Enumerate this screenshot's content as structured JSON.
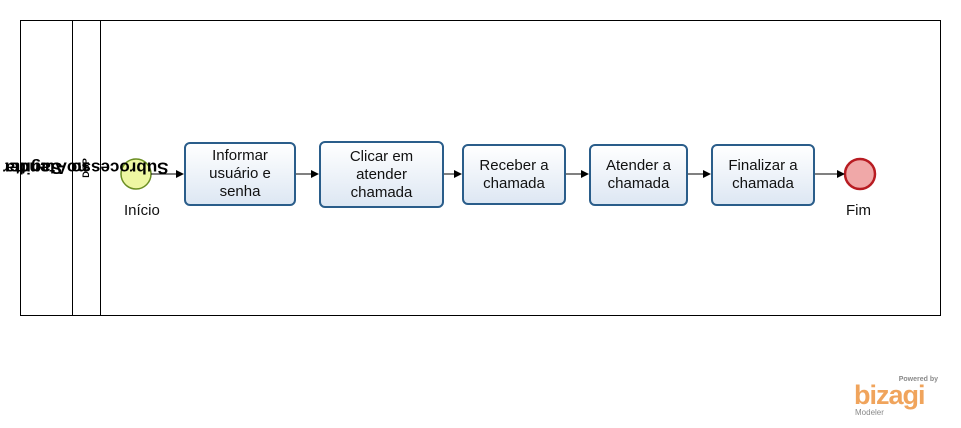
{
  "pool": {
    "title_line1": "Subrocesso Atender chamada",
    "title_line2": "no Sagitta"
  },
  "lane": {
    "title": "DGP"
  },
  "start_event": {
    "label": "Início"
  },
  "end_event": {
    "label": "Fim"
  },
  "tasks": [
    {
      "label": "Informar usuário e senha"
    },
    {
      "label": "Clicar em atender chamada"
    },
    {
      "label": "Receber a chamada"
    },
    {
      "label": "Atender a chamada"
    },
    {
      "label": "Finalizar a chamada"
    }
  ],
  "branding": {
    "powered_by": "Powered by",
    "name": "bizagi",
    "product": "Modeler"
  },
  "colors": {
    "task_border": "#2a5d8a",
    "start_fill": "#eef7a3",
    "start_stroke": "#6b8e23",
    "end_fill": "#f0a8a8",
    "end_stroke": "#b81c22",
    "logo": "#f0a45c"
  }
}
